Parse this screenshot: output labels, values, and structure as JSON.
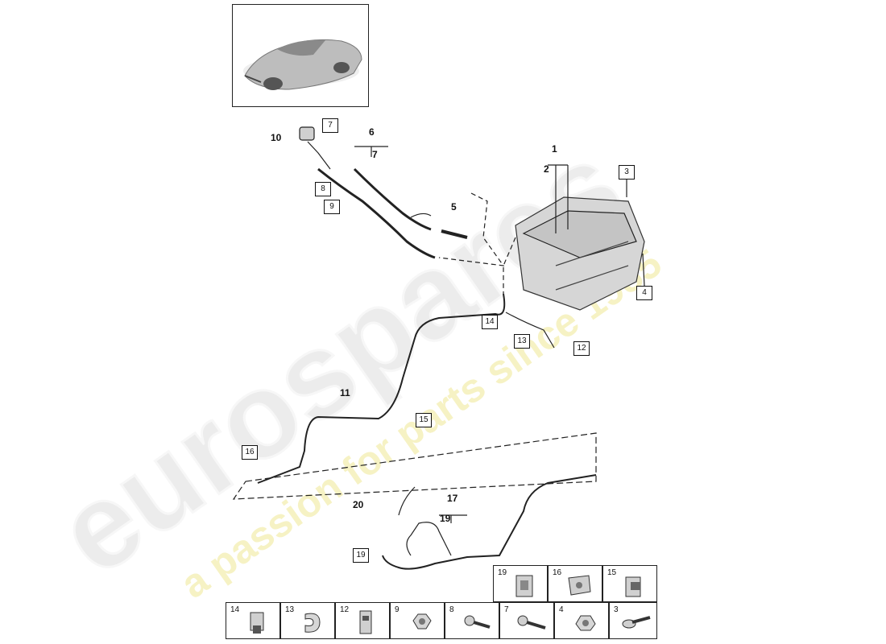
{
  "watermark": {
    "brand": "eurospares",
    "tagline": "a passion for parts since 1985"
  },
  "callouts": {
    "c1": "1",
    "c2": "2",
    "c5": "5",
    "c6": "6",
    "c7top": "7",
    "c10": "10",
    "c11": "11",
    "c17": "17",
    "c19": "19",
    "c20": "20"
  },
  "boxed": {
    "b3": "3",
    "b4": "4",
    "b7": "7",
    "b8": "8",
    "b9": "9",
    "b12": "12",
    "b13": "13",
    "b14": "14",
    "b15": "15",
    "b16": "16",
    "b19": "19"
  },
  "grid_top": [
    "19",
    "16",
    "15"
  ],
  "grid_bottom": [
    "14",
    "13",
    "12",
    "9",
    "8",
    "7",
    "4",
    "3"
  ],
  "colors": {
    "line": "#222222",
    "part_fill": "#d8d8d8",
    "watermark": "#e8e8e8",
    "tagline": "#f4efb0"
  }
}
